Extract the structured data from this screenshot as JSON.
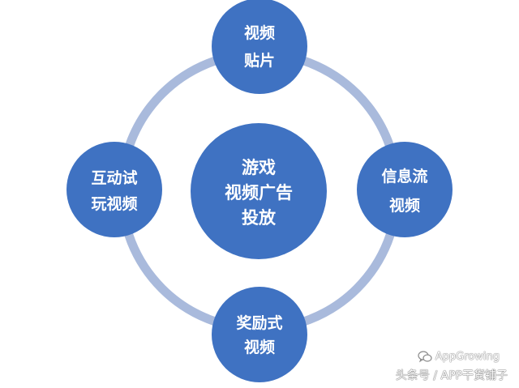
{
  "colors": {
    "node_fill": "#3f72c2",
    "ring": "#a9badc",
    "text": "#ffffff"
  },
  "center": {
    "lines": [
      "游戏",
      "视频广告",
      "投放"
    ]
  },
  "nodes": {
    "top": {
      "lines": [
        "视频",
        "贴片"
      ]
    },
    "right": {
      "lines": [
        "信息流",
        "视频"
      ]
    },
    "bottom": {
      "lines": [
        "奖励式",
        "视频"
      ]
    },
    "left": {
      "lines": [
        "互动试",
        "玩视频"
      ]
    }
  },
  "watermark": {
    "brand": "AppGrowing",
    "icon": "wechat-icon",
    "source": "头条号 / APP干货铺子"
  }
}
